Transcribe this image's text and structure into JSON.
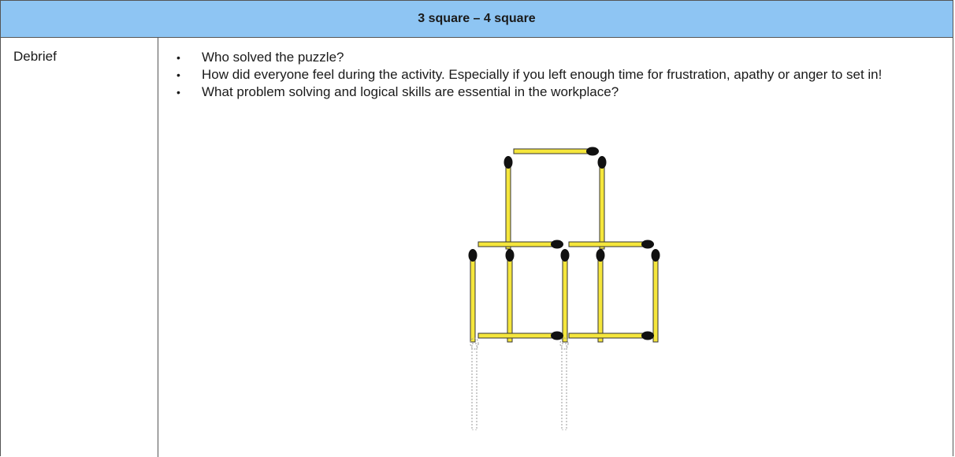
{
  "header": {
    "title": "3 square – 4 square"
  },
  "row": {
    "label": "Debrief",
    "bullets": [
      "Who solved the puzzle?",
      "How did everyone feel during the activity. Especially if you left enough time for frustration, apathy or anger to set in!",
      "What problem solving and logical skills are essential in the workplace?"
    ]
  },
  "colors": {
    "header_bg": "#8ec5f3",
    "match_stick": "#f5e63c",
    "match_head": "#111111"
  }
}
